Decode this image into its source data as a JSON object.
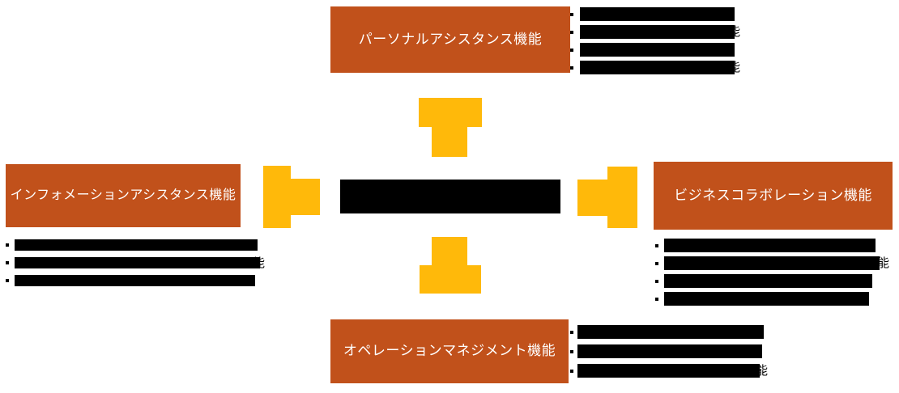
{
  "colors": {
    "node_fill": "#C1511B",
    "arrow_fill": "#FFB90A",
    "redaction": "#000000",
    "node_text": "#FFFFFF",
    "background": "#FFFFFF"
  },
  "center_node": {
    "redacted": true,
    "visible_text": ""
  },
  "nodes": {
    "top": {
      "label": "パーソナルアシスタンス機能"
    },
    "left": {
      "label": "インフォメーションアシスタンス機能"
    },
    "right": {
      "label": "ビジネスコラボレーション機能"
    },
    "bottom": {
      "label": "オペレーションマネジメント機能"
    }
  },
  "arrows": [
    {
      "direction": "up",
      "from": "center",
      "to": "top"
    },
    {
      "direction": "left",
      "from": "center",
      "to": "left"
    },
    {
      "direction": "right",
      "from": "center",
      "to": "right"
    },
    {
      "direction": "down",
      "from": "center",
      "to": "bottom"
    }
  ],
  "lists": {
    "top_right": {
      "items": [
        {
          "redacted": true,
          "visible_text": ""
        },
        {
          "redacted": true,
          "visible_text": "能"
        },
        {
          "redacted": true,
          "visible_text": ""
        },
        {
          "redacted": true,
          "visible_text": "能"
        }
      ]
    },
    "left": {
      "items": [
        {
          "redacted": true,
          "visible_text": ""
        },
        {
          "redacted": true,
          "visible_text": "能"
        },
        {
          "redacted": true,
          "visible_text": ""
        }
      ]
    },
    "right": {
      "items": [
        {
          "redacted": true,
          "visible_text": ""
        },
        {
          "redacted": true,
          "visible_text": "能"
        },
        {
          "redacted": true,
          "visible_text": ""
        },
        {
          "redacted": true,
          "visible_text": ""
        }
      ]
    },
    "bottom_right": {
      "items": [
        {
          "redacted": true,
          "visible_text": ""
        },
        {
          "redacted": true,
          "visible_text": ""
        },
        {
          "redacted": true,
          "visible_text": "能"
        }
      ]
    }
  }
}
